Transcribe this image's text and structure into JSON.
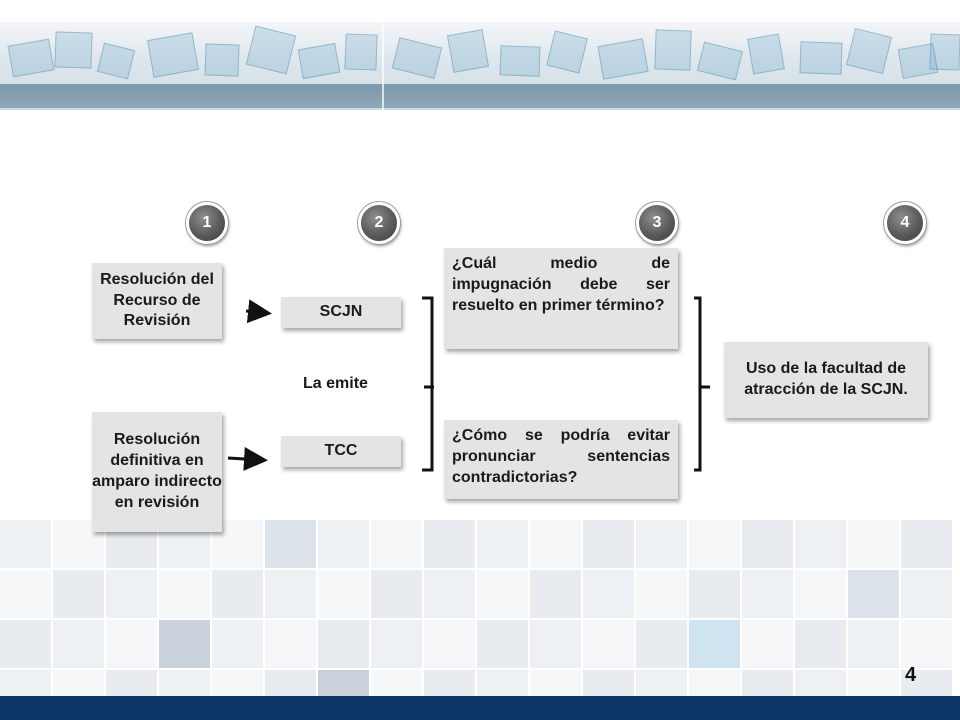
{
  "steps": [
    "1",
    "2",
    "3",
    "4"
  ],
  "left_boxes": {
    "recurso": "Resolución del Recurso de Revisión",
    "amparo": "Resolución definitiva en amparo indirecto en revisión"
  },
  "middle": {
    "scjn": "SCJN",
    "tcc": "TCC",
    "emite": "La emite"
  },
  "questions": {
    "q1": "¿Cuál medio de impugnación debe ser resuelto en primer término?",
    "q2": "¿Cómo se podría evitar pronunciar sentencias contradictorias?"
  },
  "result": "Uso de la facultad de atracción de la SCJN.",
  "page_number": "4",
  "colors": {
    "box_fill": "#e4e4e4",
    "circle": "#5a5a5a",
    "footer": "#0d3566"
  }
}
